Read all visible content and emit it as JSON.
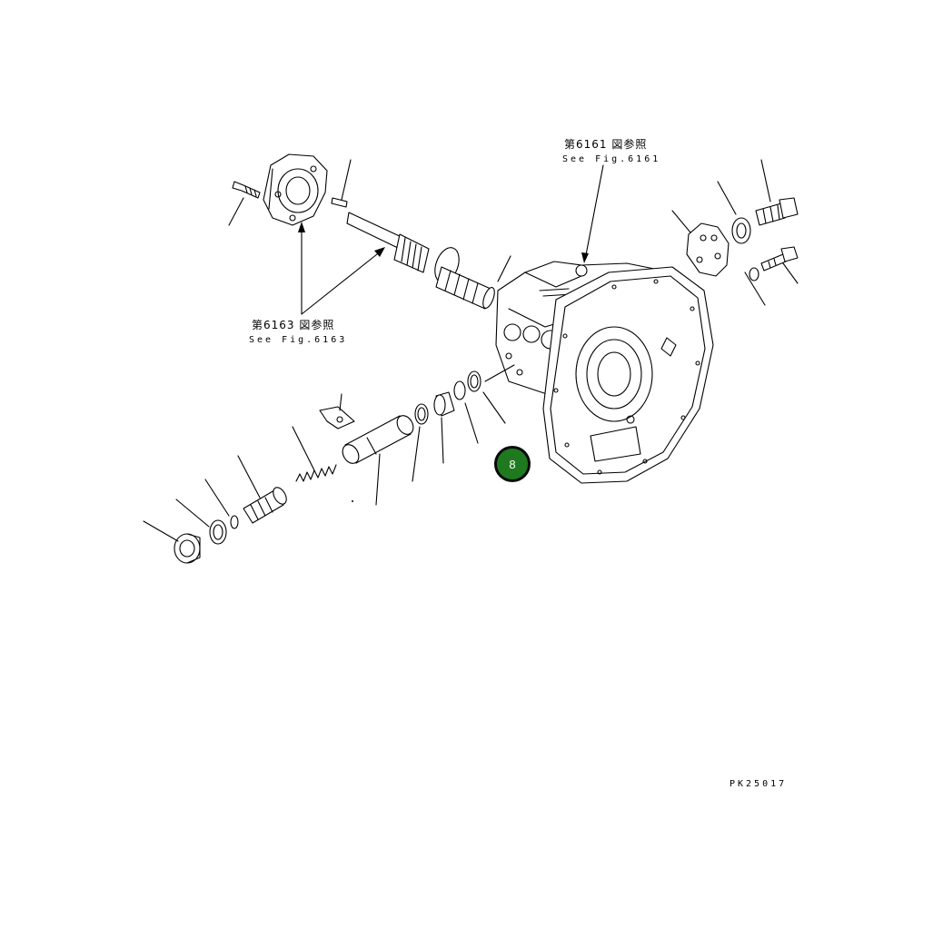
{
  "refs": {
    "fig6161_jp": "第6161 図参照",
    "fig6161_en": "See Fig.6161",
    "fig6163_jp": "第6163 図参照",
    "fig6163_en": "See Fig.6163"
  },
  "callout": {
    "number": "8",
    "color": "#1f7a1f"
  },
  "drawing_code": "PK25017"
}
